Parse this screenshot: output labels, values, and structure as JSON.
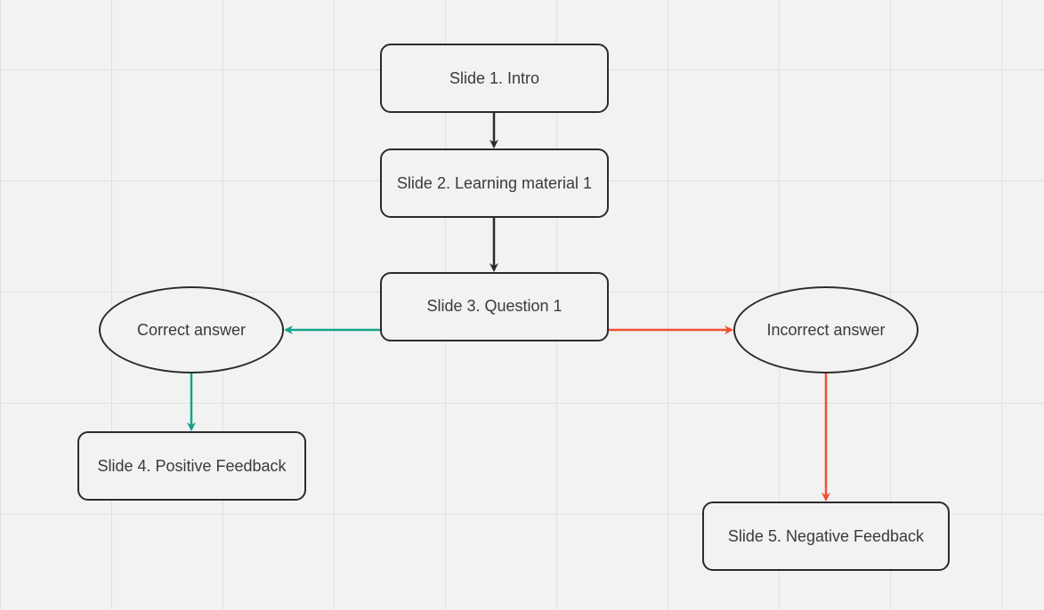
{
  "nodes": {
    "slide1": "Slide 1. Intro",
    "slide2": "Slide 2. Learning material 1",
    "slide3": "Slide 3. Question 1",
    "correct": "Correct answer",
    "incorrect": "Incorrect answer",
    "slide4": "Slide 4. Positive Feedback",
    "slide5": "Slide 5. Negative Feedback"
  },
  "colors": {
    "neutral_arrow": "#2b2b2b",
    "correct_arrow": "#14a38b",
    "incorrect_arrow": "#f24e32"
  }
}
